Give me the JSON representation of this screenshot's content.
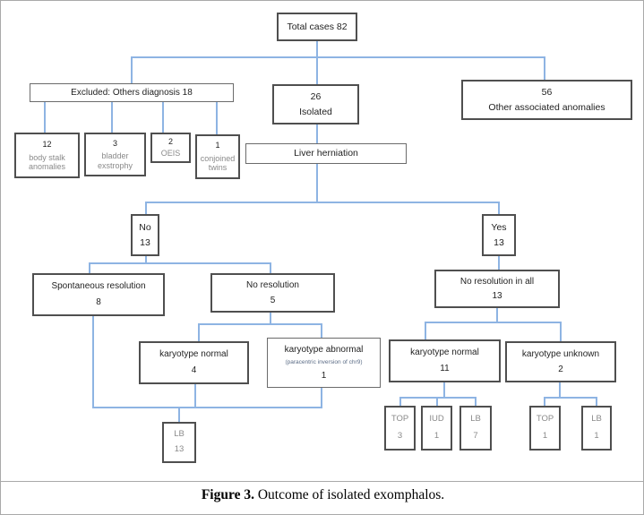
{
  "figure": {
    "caption_title": "Figure 3.",
    "caption_text": " Outcome of isolated exomphalos."
  },
  "colors": {
    "connector_blue": "#8eb4e3",
    "box_border": "#4f4f4f",
    "muted_text": "#8a8a8a"
  },
  "nodes": {
    "total": {
      "label": "Total cases 82"
    },
    "excluded": {
      "label": "Excluded: Others diagnosis 18"
    },
    "isolated": {
      "value": "26",
      "label": "Isolated"
    },
    "other_anomalies": {
      "value": "56",
      "label": "Other associated anomalies"
    },
    "body_stalk": {
      "value": "12",
      "label": "body stalk anomalies"
    },
    "bladder": {
      "value": "3",
      "label": "bladder exstrophy"
    },
    "oeis": {
      "value": "2",
      "label": "OEIS"
    },
    "conjoined": {
      "value": "1",
      "label": "conjoined twins"
    },
    "liver": {
      "label": "Liver herniation"
    },
    "no": {
      "label": "No",
      "value": "13"
    },
    "yes": {
      "label": "Yes",
      "value": "13"
    },
    "spontaneous": {
      "label": "Spontaneous resolution",
      "value": "8"
    },
    "no_resolution": {
      "label": "No resolution",
      "value": "5"
    },
    "no_resolution_all": {
      "label": "No resolution in all",
      "value": "13"
    },
    "karyotype_normal_left": {
      "label": "karyotype normal",
      "value": "4"
    },
    "karyotype_abnormal": {
      "label": "karyotype abnormal",
      "sub": "(paracentric inversion of chr9)",
      "value": "1"
    },
    "karyotype_normal_right": {
      "label": "karyotype normal",
      "value": "11"
    },
    "karyotype_unknown": {
      "label": "karyotype unknown",
      "value": "2"
    },
    "lb13": {
      "label": "LB",
      "value": "13"
    },
    "top3": {
      "label": "TOP",
      "value": "3"
    },
    "iud1": {
      "label": "IUD",
      "value": "1"
    },
    "lb7": {
      "label": "LB",
      "value": "7"
    },
    "top1": {
      "label": "TOP",
      "value": "1"
    },
    "lb1": {
      "label": "LB",
      "value": "1"
    }
  }
}
